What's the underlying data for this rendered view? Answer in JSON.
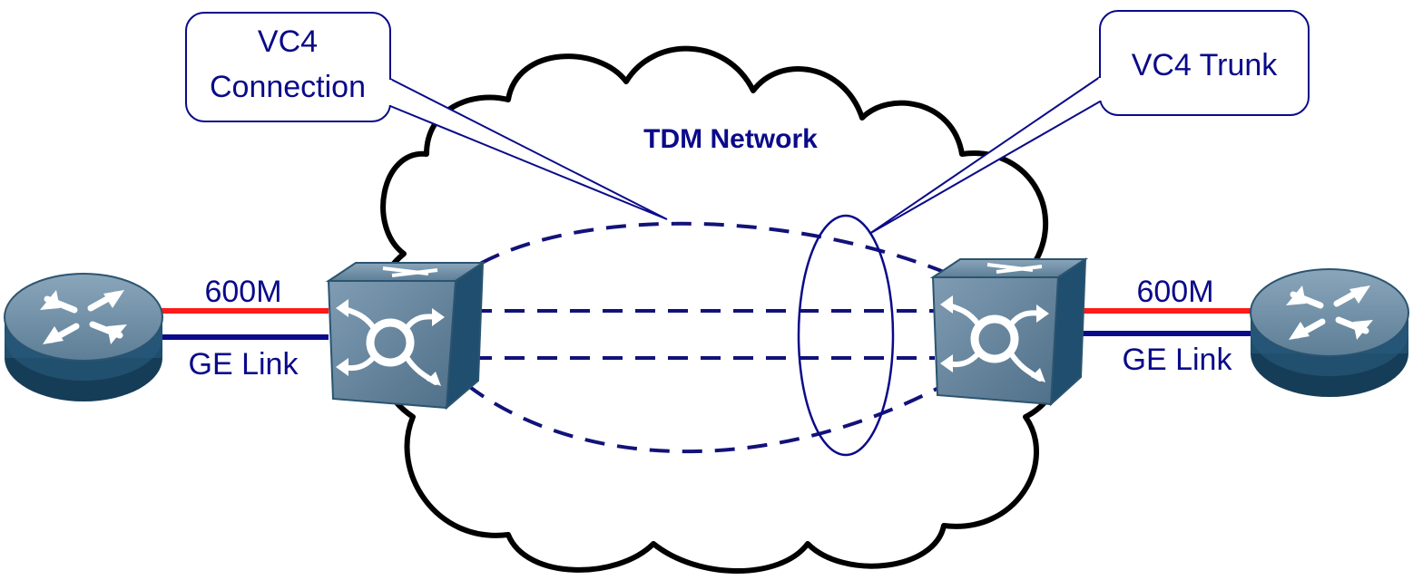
{
  "title": "TDM Network",
  "callouts": {
    "connection": [
      "VC4",
      "Connection"
    ],
    "trunk": "VC4 Trunk"
  },
  "links": {
    "left": {
      "bandwidth": "600M",
      "type": "GE Link"
    },
    "right": {
      "bandwidth": "600M",
      "type": "GE Link"
    }
  },
  "devices": {
    "left_router": "router-icon",
    "left_switch": "switch-icon",
    "right_switch": "switch-icon",
    "right_router": "router-icon"
  },
  "colors": {
    "connection_line": "#12127a",
    "bandwidth_line": "#ff1a1a",
    "link_line": "#0a0a8a",
    "device_fill": "#1f4e6e",
    "device_top": "#6f8ea5",
    "text": "#0a0a8a"
  }
}
